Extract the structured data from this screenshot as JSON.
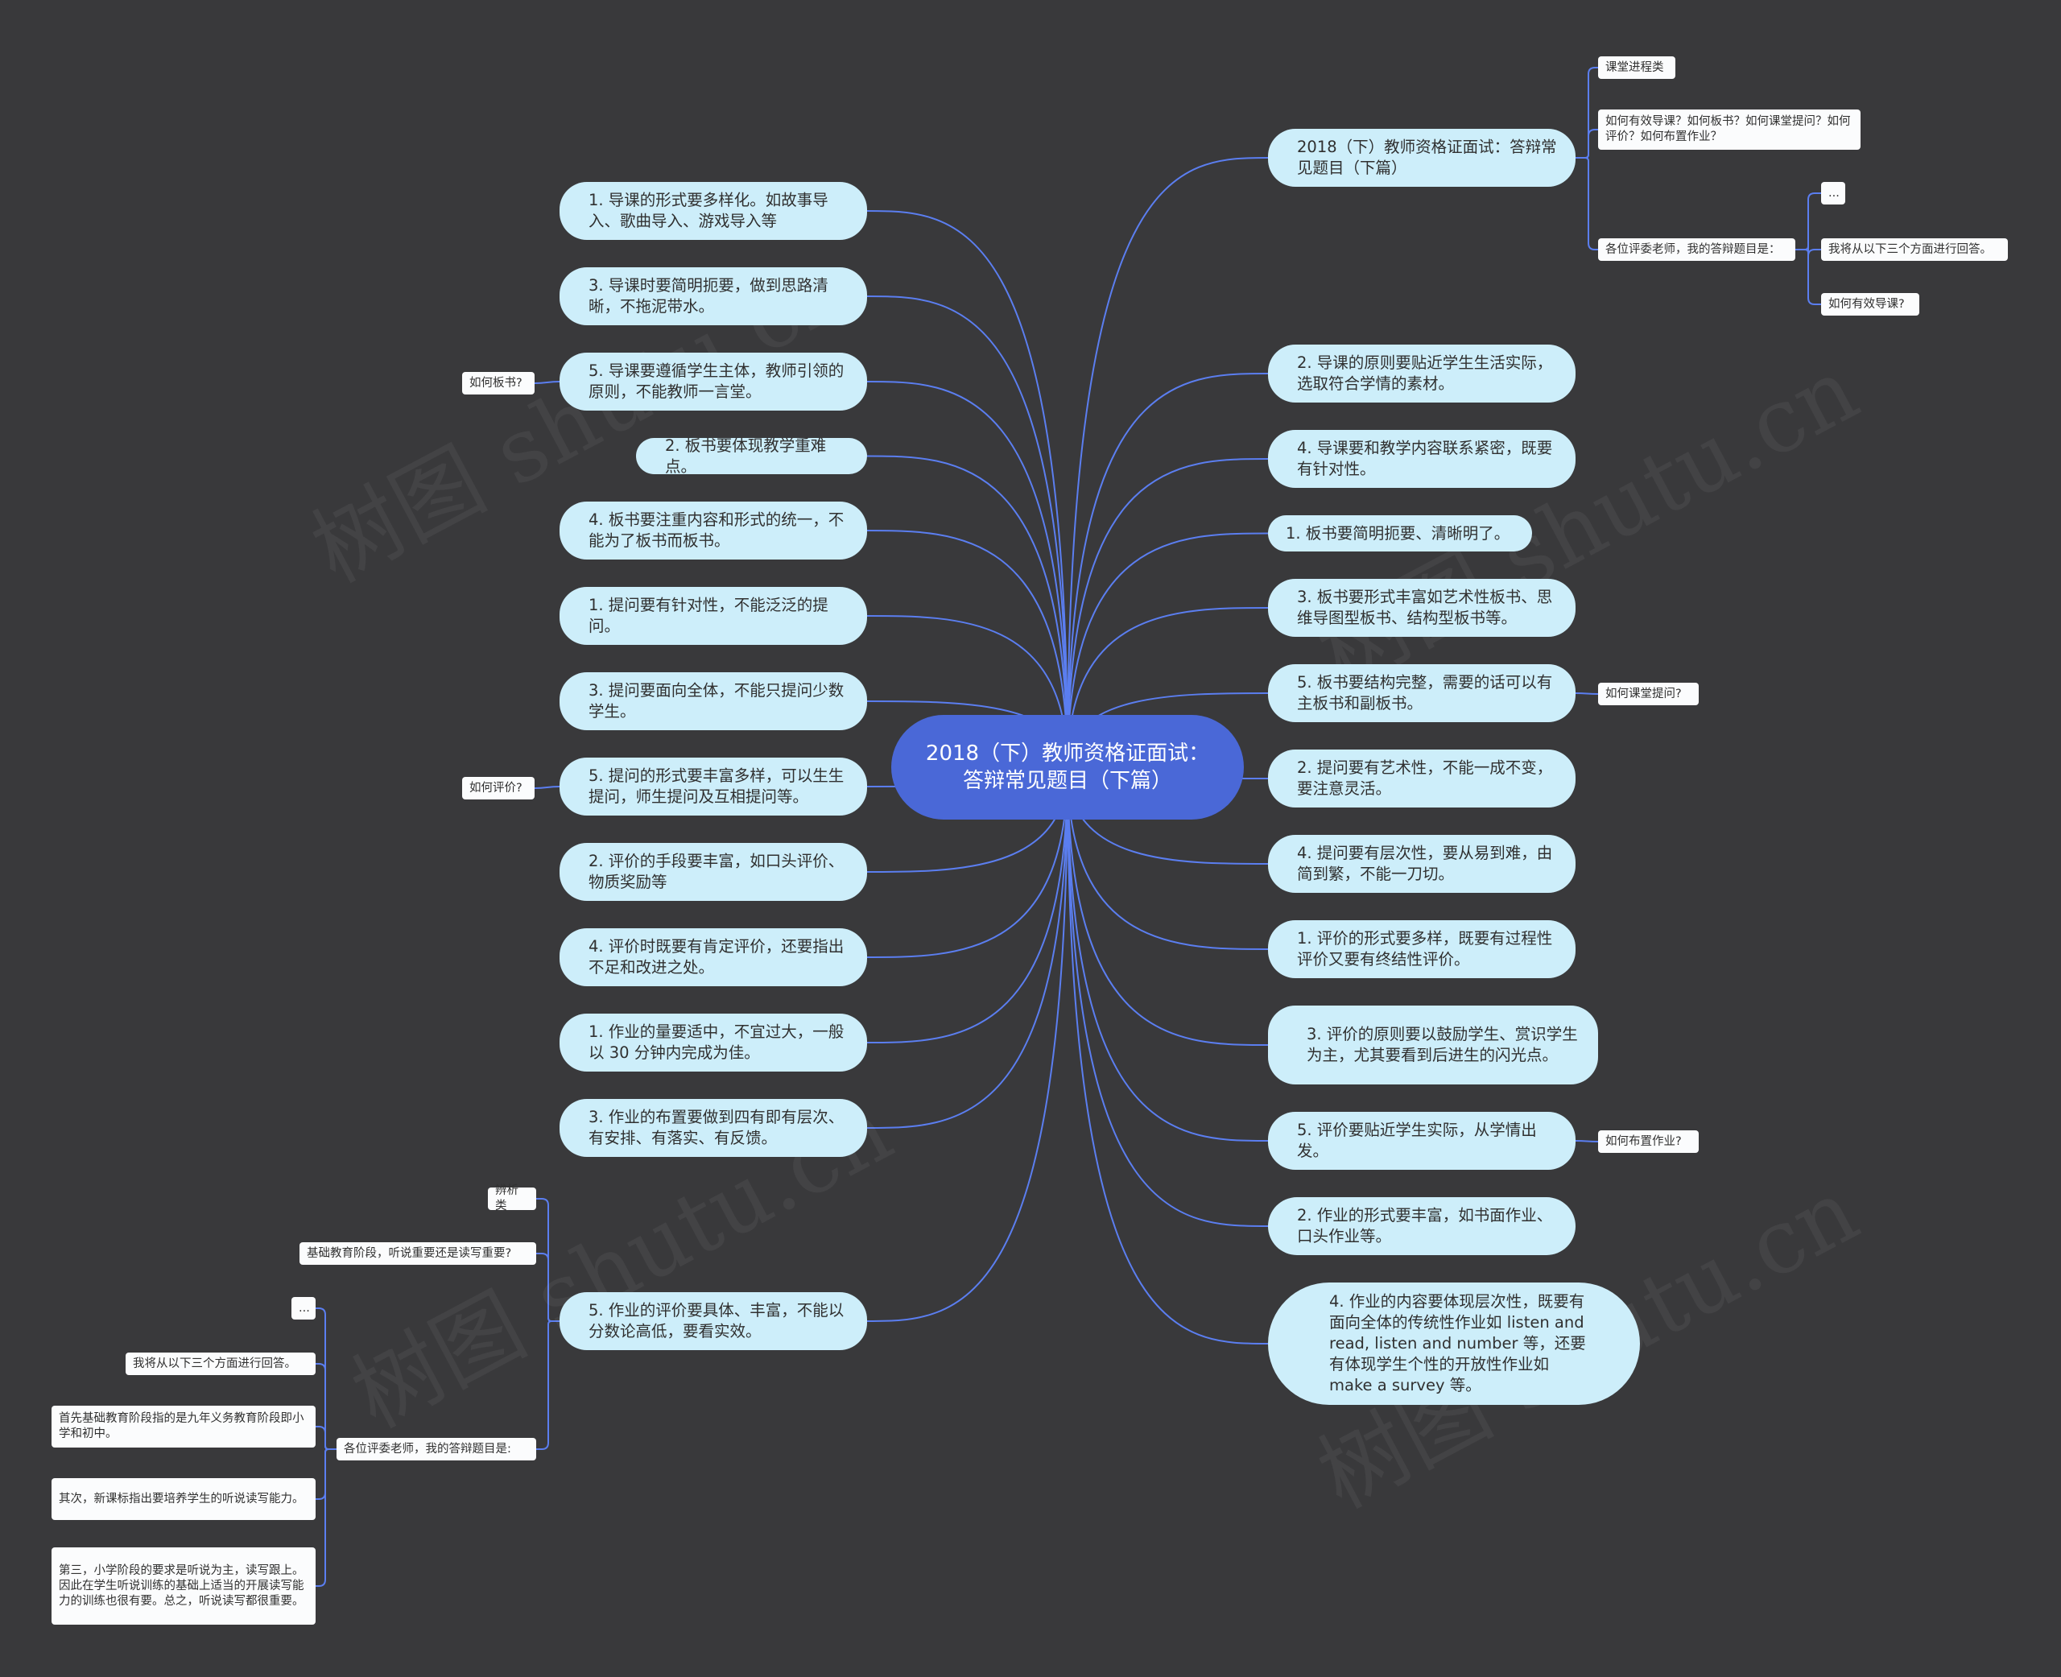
{
  "root": {
    "label": "2018（下）教师资格证面试：答辩常见题目（下篇）"
  },
  "left_branches": [
    {
      "label": "1. 导课的形式要多样化。如故事导入、歌曲导入、游戏导入等"
    },
    {
      "label": "3. 导课时要简明扼要，做到思路清晰，不拖泥带水。"
    },
    {
      "label": "5. 导课要遵循学生主体，教师引领的原则，不能教师一言堂。"
    },
    {
      "label": "2. 板书要体现教学重难点。"
    },
    {
      "label": "4. 板书要注重内容和形式的统一，不能为了板书而板书。"
    },
    {
      "label": "1. 提问要有针对性，不能泛泛的提问。"
    },
    {
      "label": "3. 提问要面向全体，不能只提问少数学生。"
    },
    {
      "label": "5. 提问的形式要丰富多样，可以生生提问，师生提问及互相提问等。"
    },
    {
      "label": "2. 评价的手段要丰富，如口头评价、物质奖励等"
    },
    {
      "label": "4. 评价时既要有肯定评价，还要指出不足和改进之处。"
    },
    {
      "label": "1. 作业的量要适中，不宜过大，一般以 30 分钟内完成为佳。"
    },
    {
      "label": "3. 作业的布置要做到四有即有层次、有安排、有落实、有反馈。"
    },
    {
      "label": "5. 作业的评价要具体、丰富，不能以分数论高低，要看实效。"
    }
  ],
  "right_branches": [
    {
      "label": "2018（下）教师资格证面试：答辩常见题目（下篇）"
    },
    {
      "label": "2. 导课的原则要贴近学生生活实际，选取符合学情的素材。"
    },
    {
      "label": "4. 导课要和教学内容联系紧密，既要有针对性。"
    },
    {
      "label": "1. 板书要简明扼要、清晰明了。"
    },
    {
      "label": "3. 板书要形式丰富如艺术性板书、思维导图型板书、结构型板书等。"
    },
    {
      "label": "5. 板书要结构完整，需要的话可以有主板书和副板书。"
    },
    {
      "label": "2. 提问要有艺术性，不能一成不变，要注意灵活。"
    },
    {
      "label": "4. 提问要有层次性，要从易到难，由简到繁，不能一刀切。"
    },
    {
      "label": "1. 评价的形式要多样，既要有过程性评价又要有终结性评价。"
    },
    {
      "label": "3. 评价的原则要以鼓励学生、赏识学生为主，尤其要看到后进生的闪光点。"
    },
    {
      "label": "5. 评价要贴近学生实际，从学情出发。"
    },
    {
      "label": "2. 作业的形式要丰富，如书面作业、口头作业等。"
    },
    {
      "label": "4. 作业的内容要体现层次性，既要有面向全体的传统性作业如 listen and read, listen and number 等，还要有体现学生个性的开放性作业如 make a survey 等。"
    }
  ],
  "tags": {
    "how_board": "如何板书?",
    "how_evaluate": "如何评价?",
    "how_question": "如何课堂提问?",
    "how_homework": "如何布置作业?",
    "top_category": "课堂进程类",
    "top_question": "如何有效导课？如何板书？如何课堂提问？如何评价？如何布置作业？",
    "top_dear": "各位评委老师，我的答辩题目是：",
    "top_ellipsis": "...",
    "top_answer": "我将从以下三个方面进行回答。",
    "top_how_lead": "如何有效导课?",
    "bl_category": "辨析类",
    "bl_question": "基础教育阶段，听说重要还是读写重要?",
    "bl_dear": "各位评委老师，我的答辩题目是:",
    "bl_ellipsis": "...",
    "bl_answer": "我将从以下三个方面进行回答。",
    "bl_first": "首先基础教育阶段指的是九年义务教育阶段即小学和初中。",
    "bl_second": "其次，新课标指出要培养学生的听说读写能力。",
    "bl_third": "第三，小学阶段的要求是听说为主，读写跟上。因此在学生听说训练的基础上适当的开展读写能力的训练也很有要。总之，听说读写都很重要。"
  },
  "colors": {
    "background": "#39393b",
    "root": "#4a68d7",
    "branch": "#cdeefa",
    "tag": "#fbfcfd",
    "line": "#5b7ef0"
  }
}
